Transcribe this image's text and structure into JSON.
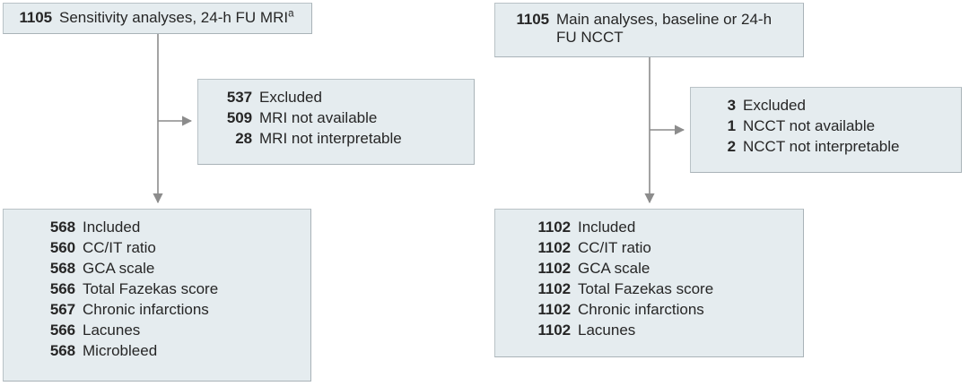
{
  "diagram": {
    "type": "flowchart",
    "title_visible": false,
    "colors": {
      "box_fill": "#e5ecef",
      "box_border": "#b9c2c6",
      "connector": "#8c8c8c",
      "text": "#262626"
    },
    "columns": [
      {
        "id": "mri-column",
        "source": {
          "count": "1105",
          "label": "Sensitivity analyses, 24-h FU MRI",
          "footnote_marker": "a"
        },
        "excluded": {
          "count": "537",
          "label": "Excluded",
          "reasons": [
            {
              "count": "509",
              "label": "MRI not available"
            },
            {
              "count": "28",
              "label": "MRI not interpretable"
            }
          ]
        },
        "included": {
          "count": "568",
          "label": "Included",
          "measures": [
            {
              "count": "560",
              "label": "CC/IT ratio"
            },
            {
              "count": "568",
              "label": "GCA scale"
            },
            {
              "count": "566",
              "label": "Total Fazekas score"
            },
            {
              "count": "567",
              "label": "Chronic infarctions"
            },
            {
              "count": "566",
              "label": "Lacunes"
            },
            {
              "count": "568",
              "label": "Microbleed"
            }
          ]
        }
      },
      {
        "id": "ncct-column",
        "source": {
          "count": "1105",
          "label": "Main analyses, baseline or 24-h",
          "label_line2": "FU NCCT"
        },
        "excluded": {
          "count": "3",
          "label": "Excluded",
          "reasons": [
            {
              "count": "1",
              "label": "NCCT not available"
            },
            {
              "count": "2",
              "label": "NCCT not interpretable"
            }
          ]
        },
        "included": {
          "count": "1102",
          "label": "Included",
          "measures": [
            {
              "count": "1102",
              "label": "CC/IT ratio"
            },
            {
              "count": "1102",
              "label": "GCA scale"
            },
            {
              "count": "1102",
              "label": "Total Fazekas score"
            },
            {
              "count": "1102",
              "label": "Chronic infarctions"
            },
            {
              "count": "1102",
              "label": "Lacunes"
            }
          ]
        }
      }
    ]
  }
}
